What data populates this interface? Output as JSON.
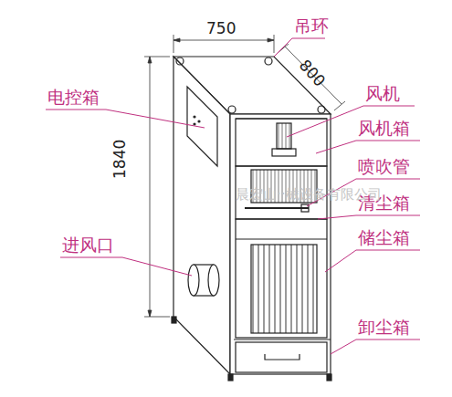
{
  "diagram": {
    "labels": [
      "吊环",
      "750",
      "800",
      "电控箱",
      "风机",
      "风机箱",
      "1840",
      "喷吹管",
      "清尘箱",
      "储尘箱",
      "进风口",
      "卸尘箱",
      "晨宏山··械设备有限公司"
    ]
  }
}
